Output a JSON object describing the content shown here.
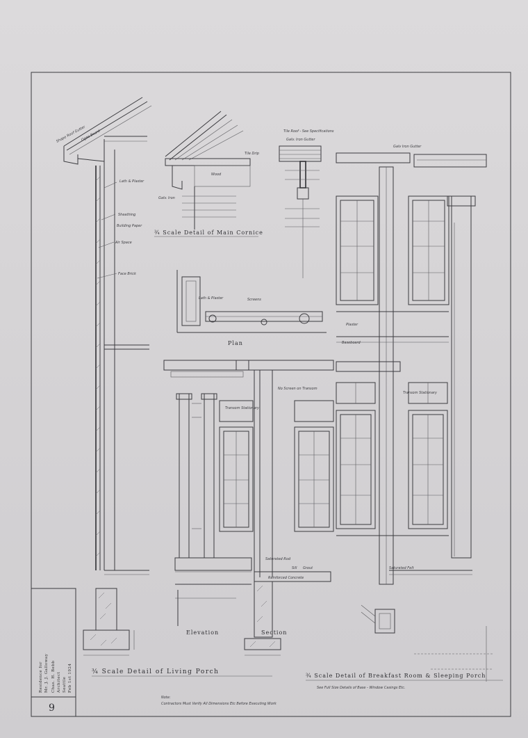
{
  "titles": {
    "main_cornice": "¾ Scale Detail of Main Cornice",
    "plan": "Plan",
    "elevation": "Elevation",
    "section": "Section",
    "living_porch": "¾ Scale Detail of Living Porch",
    "breakfast": "¾ Scale Detail of Breakfast Room & Sleeping Porch"
  },
  "notes": {
    "roof_spec": "Tile Roof - See Specifications",
    "gutter": "Galv. Iron Gutter",
    "gutter_top": "Galv Iron Gutter",
    "gutter_shape": "Shape Roof Gutter",
    "ogee": "Ogee Board",
    "lath1": "Lath & Plaster",
    "plaster": "Plaster",
    "baseboard": "Baseboard",
    "sheathing": "Sheathing",
    "building_paper": "Building Paper",
    "air_space": "Air Space",
    "face_brick": "Face Brick",
    "tile_drip": "Tile Drip",
    "galv_iron": "Galv. Iron",
    "wood": "Wood",
    "lath_plaster_small": "Lath & Plaster",
    "screens": "Screens",
    "transom_left": "Transom Stationary",
    "transom_right": "Transom Stationary",
    "screen_transom": "No Screen on Transom",
    "saturated": "Saturated Rod",
    "sill": "Sill",
    "grout": "Grout",
    "concrete": "Reinforced Concrete",
    "saturated_felt": "Saturated Felt",
    "note_label": "Note:",
    "contractors": "Contractors Must Verify All Dimensions Etc Before Executing Work",
    "full_size": "See Full Size Details of Base - Window Casings Etc."
  },
  "title_block": {
    "lines": [
      "Residence for",
      "Mr. J. J. Galloway",
      "Chas. H. Bebb",
      "Architect",
      "Seattle",
      "Feb 1st 1924"
    ],
    "sheet_number": "9"
  }
}
